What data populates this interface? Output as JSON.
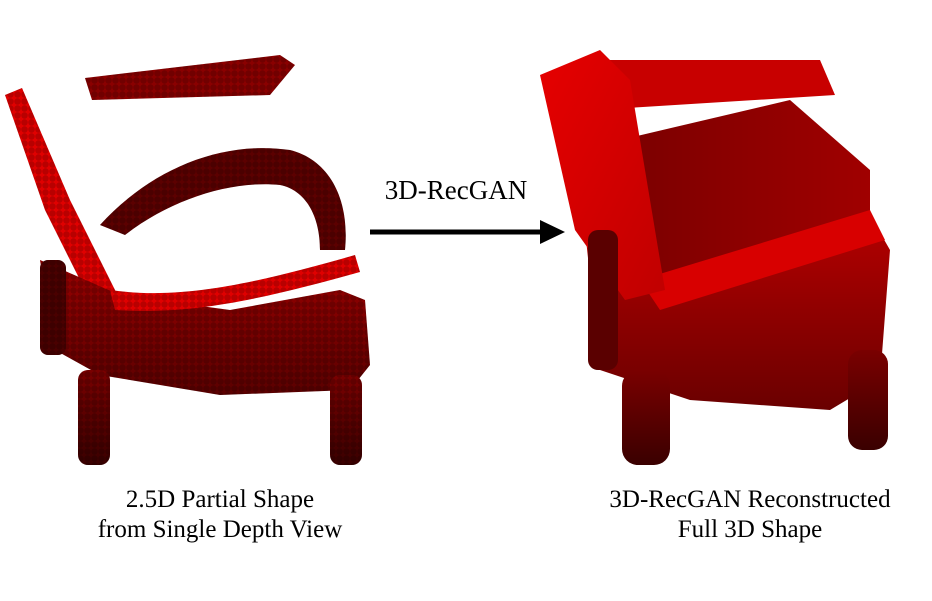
{
  "arrow": {
    "label": "3D-RecGAN"
  },
  "left_panel": {
    "caption_line1": "2.5D Partial Shape",
    "caption_line2": "from Single Depth View"
  },
  "right_panel": {
    "caption_line1": "3D-RecGAN Reconstructed",
    "caption_line2": "Full 3D Shape"
  },
  "colors": {
    "bright_red": "#e00000",
    "mid_red": "#a00000",
    "dark_red": "#4a0000",
    "arrow": "#000000"
  }
}
